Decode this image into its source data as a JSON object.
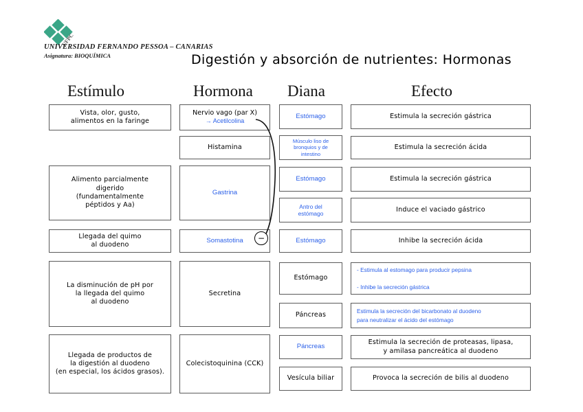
{
  "header": {
    "logo_name": "ufpc-logo",
    "logo_text": "UFPC",
    "university": "UNIVERSIDAD FERNANDO PESSOA – CANARIAS",
    "subject": "Asignatura: BIOQUÍMICA",
    "title": "Digestión y absorción de nutrientes: Hormonas"
  },
  "colors": {
    "blue": "#2a5fe8",
    "border": "#595959",
    "logo_green": "#3aa687",
    "text": "#000000"
  },
  "columns": [
    {
      "label": "Estímulo"
    },
    {
      "label": "Hormona"
    },
    {
      "label": "Diana"
    },
    {
      "label": "Efecto"
    }
  ],
  "estimulo": [
    {
      "text": "Vista, olor, gusto,\nalimentos en la faringe"
    },
    {
      "text": "Alimento parcialmente\ndigerido\n(fundamentalmente\npéptidos y Aa)"
    },
    {
      "text": "Llegada del quimo\nal duodeno"
    },
    {
      "text": "La disminución de pH por\nla llegada del quimo\nal duodeno"
    },
    {
      "text": "Llegada de productos de\nla digestión al duodeno\n(en especial, los ácidos grasos)."
    }
  ],
  "hormona": [
    {
      "line1": "Nervio vago (par X)",
      "line2": "→ Acetilcolina",
      "line2_color": "blue"
    },
    {
      "text": "Histamina",
      "color": "black"
    },
    {
      "text": "Gastrina",
      "color": "blue"
    },
    {
      "text": "Somastotina",
      "color": "blue",
      "marker": "circled-minus",
      "marker_glyph": "−"
    },
    {
      "text": "Secretina",
      "color": "black"
    },
    {
      "text": "Colecistoquinina (CCK)",
      "color": "black"
    }
  ],
  "diana": [
    {
      "text": "Estómago",
      "color": "blue"
    },
    {
      "text": "Músculo liso de\nbronquios y de\nintestino",
      "color": "blue"
    },
    {
      "text": "Estómago",
      "color": "blue"
    },
    {
      "text": "Antro del\nestómago",
      "color": "blue"
    },
    {
      "text": "Estómago",
      "color": "blue"
    },
    {
      "text": "Estómago",
      "color": "black"
    },
    {
      "text": "Páncreas",
      "color": "black"
    },
    {
      "text": "Páncreas",
      "color": "blue"
    },
    {
      "text": "Vesícula biliar",
      "color": "black"
    }
  ],
  "efecto": [
    {
      "text": "Estimula la secreción gástrica",
      "color": "black",
      "align": "center"
    },
    {
      "text": "Estimula la secreción ácida",
      "color": "black",
      "align": "center"
    },
    {
      "text": "Estimula la secreción gástrica",
      "color": "black",
      "align": "center"
    },
    {
      "text": "Induce el vaciado gástrico",
      "color": "black",
      "align": "center"
    },
    {
      "text": "Inhibe la secreción ácida",
      "color": "black",
      "align": "center"
    },
    {
      "text": "- Estimula al estomago para producir pepsina\n\n- Inhibe la secreción gástrica",
      "color": "blue",
      "align": "left"
    },
    {
      "text": "Estimula la secreción del bicarbonato al duodeno\npara neutralizar el ácido del estómago",
      "color": "blue",
      "align": "left"
    },
    {
      "text": "Estimula la secreción de proteasas, lipasa,\ny amilasa pancreática al duodeno",
      "color": "black",
      "align": "center"
    },
    {
      "text": "Provoca la secreción de bilis al duodeno",
      "color": "black",
      "align": "center"
    }
  ],
  "annotation": {
    "inhibition_arrow": "curved arrow from Nervio vago box to Somastotina (negative feedback)",
    "marker_symbol": "−"
  }
}
